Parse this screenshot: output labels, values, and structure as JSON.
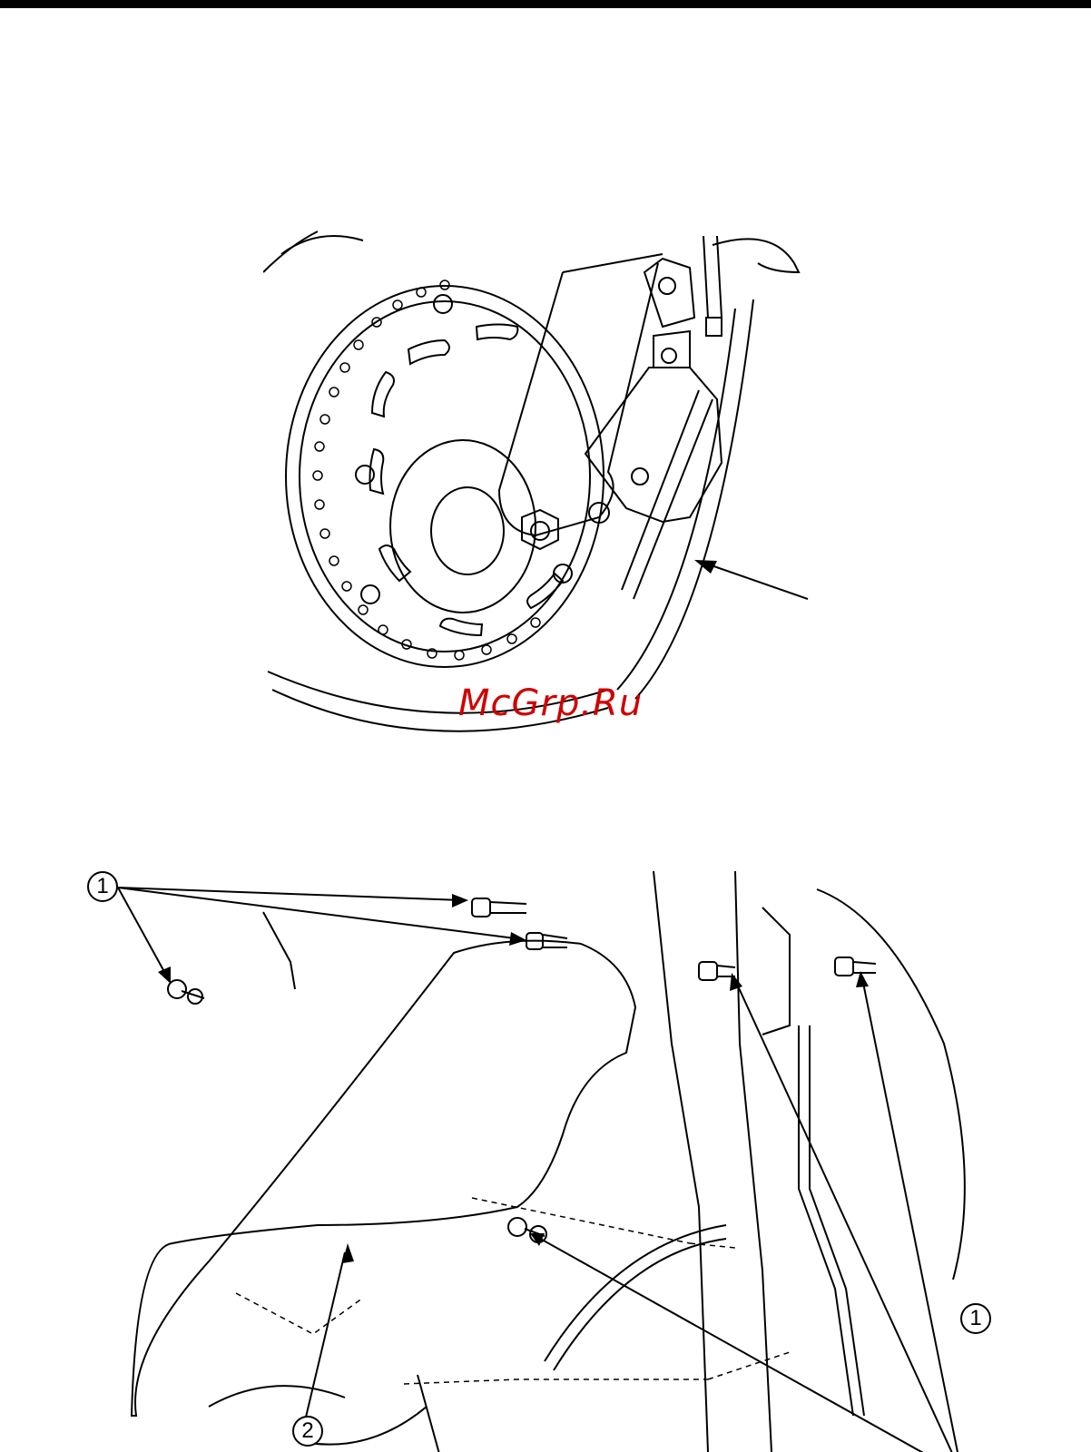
{
  "watermark": {
    "text": "McGrp.Ru",
    "color": "#d00000"
  },
  "figure_top": {
    "icon": "front-brake-disc-and-caliper-illustration"
  },
  "figure_bottom": {
    "icon": "front-fender-exploded-illustration",
    "callouts": {
      "bolt_top_left": "1",
      "bolt_bottom_right": "1",
      "fender": "2"
    }
  }
}
